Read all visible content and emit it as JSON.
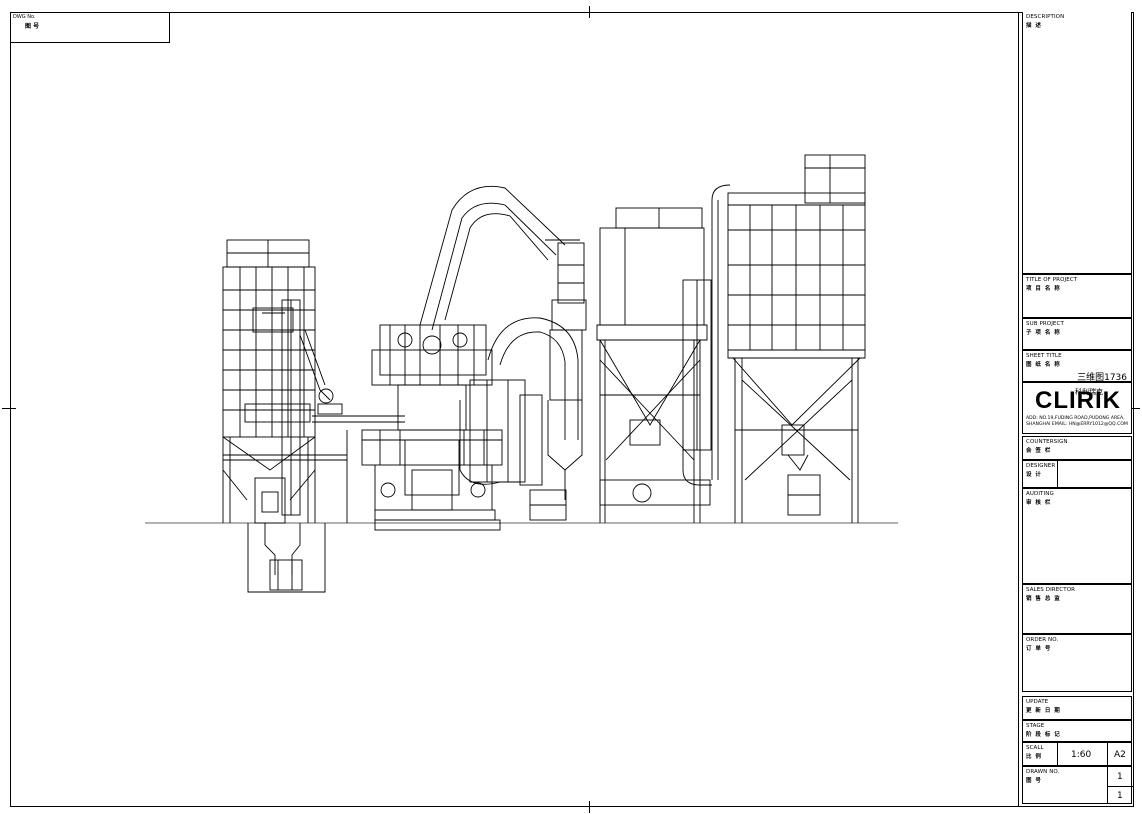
{
  "corner_box": {
    "caption": "DWG No.",
    "value": "图 号"
  },
  "title_block": {
    "description": {
      "caption": "DESCRIPTION",
      "cn": "描 述"
    },
    "project": {
      "caption": "TITLE OF PROJECT",
      "cn": "项 目 名 称"
    },
    "sub_project": {
      "caption": "SUB PROJECT",
      "cn": "子 项 名 称"
    },
    "sheet_title": {
      "caption": "SHEET TITLE",
      "cn": "图 纸 名 称",
      "number": "三维图1736"
    },
    "company": {
      "logo_text": "CLIRIK",
      "logo_cn": "科利瑞克",
      "address_line1": "ADD: NO.19,FUDING ROAD,PUDONG AREA,",
      "address_line2": "SHANGHAI EMAIL: HN@ERRY1012@QQ.COM"
    },
    "countersign": {
      "caption": "COUNTERSIGN",
      "cn": "会 签 栏"
    },
    "designer": {
      "caption": "DESIGNER",
      "cn": "设 计"
    },
    "auditing": {
      "caption": "AUDITING",
      "cn": "审 核 栏"
    },
    "sales_director": {
      "caption": "SALES DIRECTOR",
      "cn": "销 售 总 监"
    },
    "order_no": {
      "caption": "ORDER NO.",
      "cn": "订 单 号"
    },
    "update": {
      "caption": "UPDATE",
      "cn": "更 新 日 期"
    },
    "stage": {
      "caption": "STAGE",
      "cn": "阶 段 标 记"
    },
    "scale": {
      "caption": "SCALL",
      "cn": "比 例",
      "value": "1:60",
      "size": "A2"
    },
    "drawn_no": {
      "caption": "DRAWN NO.",
      "cn": "图 号",
      "sheet": "1",
      "total": "1"
    }
  },
  "colors": {
    "line": "#000000",
    "background": "#ffffff",
    "ground": "#555555"
  }
}
